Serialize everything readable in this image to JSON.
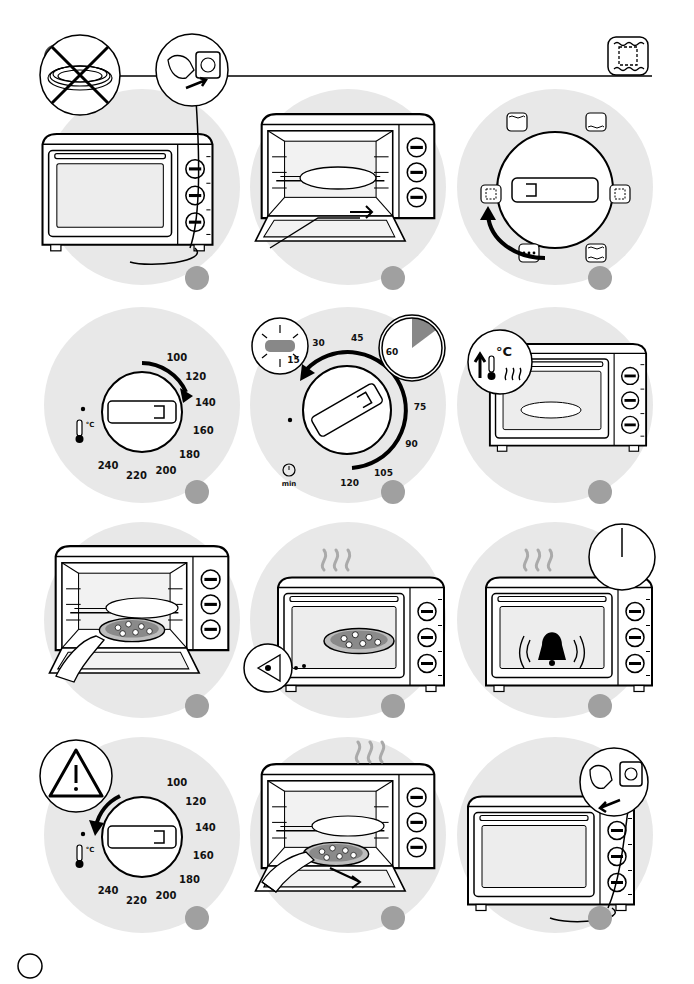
{
  "diagram": {
    "labels": [
      "100",
      "120",
      "140",
      "160",
      "180",
      "200",
      "220",
      "240",
      "°C",
      "15",
      "30",
      "45",
      "60",
      "75",
      "90",
      "105",
      "120",
      "min",
      "°C",
      "100",
      "120",
      "140",
      "160",
      "180",
      "200",
      "220",
      "240",
      "°C"
    ]
  }
}
